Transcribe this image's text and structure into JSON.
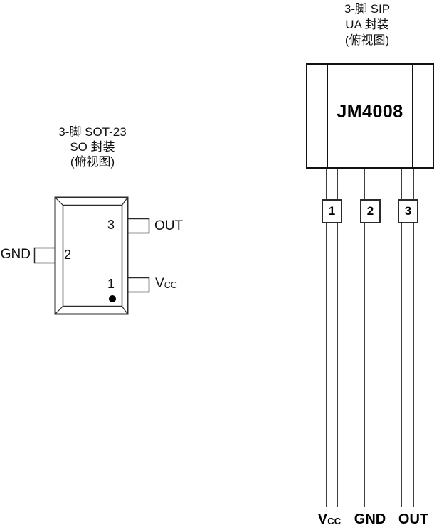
{
  "colors": {
    "background": "#ffffff",
    "ink": "#111111",
    "lead_line": "#3f3f3f"
  },
  "sot23": {
    "title": {
      "line1": "3-脚 SOT-23",
      "line2": "SO 封装",
      "line3": "(俯视图)"
    },
    "pin3": {
      "number": "3",
      "label": "OUT"
    },
    "pin2": {
      "number": "2",
      "label": "GND"
    },
    "pin1": {
      "number": "1",
      "label_main": "V",
      "label_sub": "CC"
    }
  },
  "sip": {
    "title": {
      "line1": "3-脚  SIP",
      "line2": "UA 封装",
      "line3": "(俯视图)"
    },
    "part_number": "JM4008",
    "lead1": {
      "number": "1",
      "label_main": "V",
      "label_sub": "CC"
    },
    "lead2": {
      "number": "2",
      "label": "GND"
    },
    "lead3": {
      "number": "3",
      "label": "OUT"
    }
  }
}
